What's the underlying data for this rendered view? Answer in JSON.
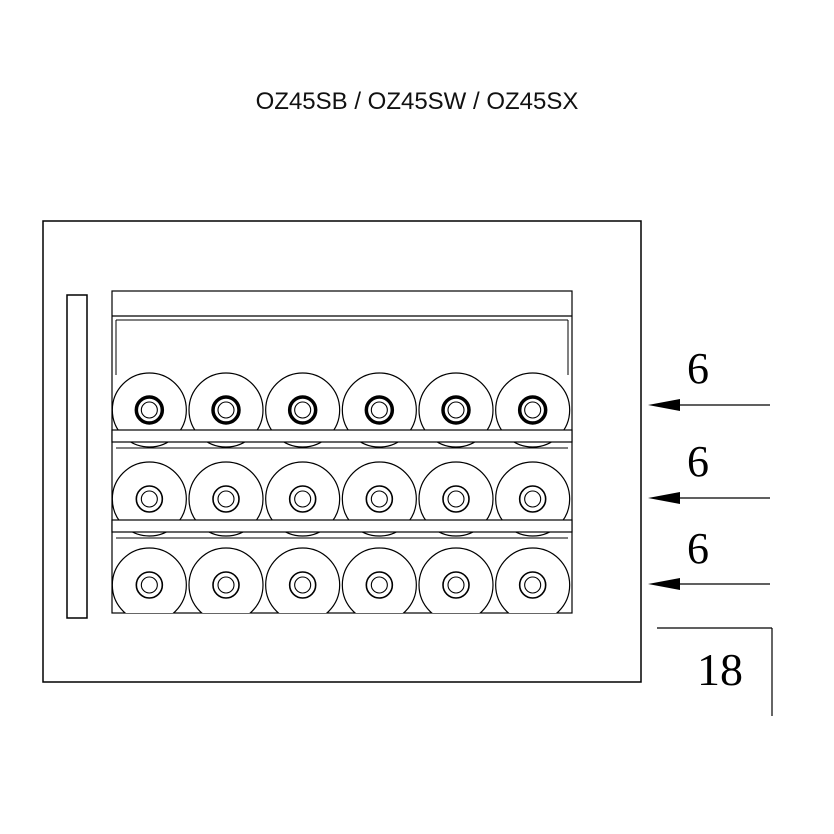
{
  "title": "OZ45SB / OZ45SW / OZ45SX",
  "shelves": [
    {
      "count": "6",
      "bottles": 6,
      "neck": "dark"
    },
    {
      "count": "6",
      "bottles": 6,
      "neck": "light"
    },
    {
      "count": "6",
      "bottles": 6,
      "neck": "light"
    }
  ],
  "total": "18",
  "colors": {
    "line": "#000000",
    "background": "#ffffff"
  }
}
